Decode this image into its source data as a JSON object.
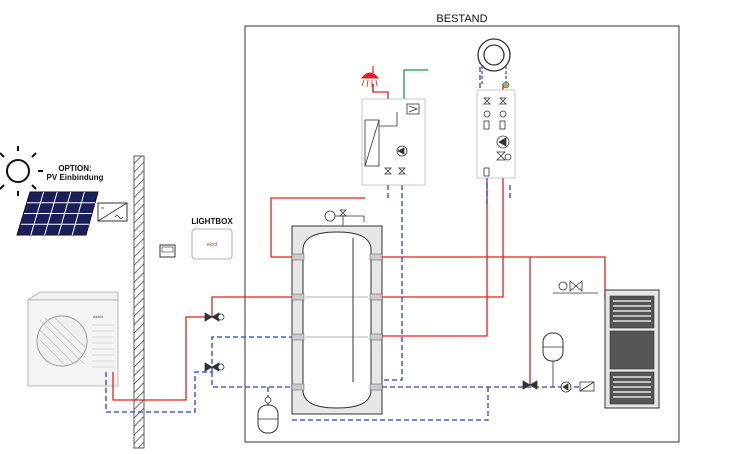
{
  "labels": {
    "bestand": "BESTAND",
    "option_line1": "OPTION:",
    "option_line2": "PV Einbindung",
    "lightbox": "LIGHTBOX",
    "lightbox_screen": "ekxd",
    "heatpump_brand": "daikin"
  },
  "colors": {
    "supply": "#e02020",
    "return": "#2a3fd8",
    "cold_water": "#1a9a3a",
    "outline": "#333333",
    "panel_blue": "#1a1f5c",
    "tank_fill": "#e6e6e6",
    "radiator_dark": "#555555"
  },
  "icons": [
    "sun-icon",
    "solar-panel-icon",
    "inverter-icon",
    "controller-icon",
    "shower-icon",
    "boiler-icon",
    "pump-icon",
    "valve-icon",
    "expansion-vessel-icon",
    "radiator-icon",
    "wall-icon"
  ]
}
